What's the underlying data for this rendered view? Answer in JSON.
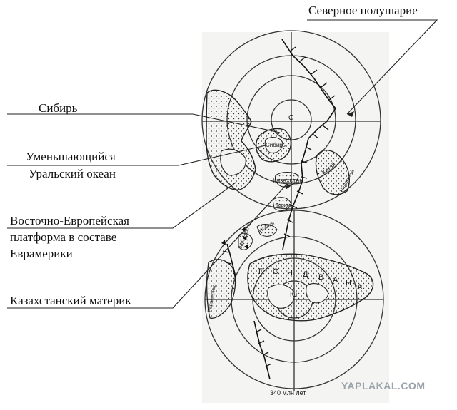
{
  "labels": {
    "northern_hemisphere": "Северное полушарие",
    "siberia": "Сибирь",
    "ural_ocean_line1": "Уменьшающийся",
    "ural_ocean_line2": "Уральский океан",
    "east_european_line1": "Восточно-Европейская",
    "east_european_line2": "платформа в составе",
    "east_european_line3": "Еврамерики",
    "kazakh_continent": "Казахстанский материк"
  },
  "map_text": {
    "pole_letter": "С",
    "kazakhstan": "Казахстан",
    "siberia_small": "Сибирь",
    "tarim": "Тарим",
    "china": "Китай",
    "indochina": "Индокитай",
    "italy": "Италия",
    "west_europe": "Зап. Европа",
    "euramerica": "Еврамерика",
    "gondwana_letters": [
      "Г",
      "О",
      "Н",
      "Д",
      "В",
      "А",
      "Н",
      "А"
    ],
    "south_pole_letter": "Ю",
    "age_caption": "340 млн лет"
  },
  "watermark": "YAPLAKAL.COM",
  "colors": {
    "ink": "#1a1a1a",
    "paper": "#f4f4f2",
    "watermark": "#9aa2ab"
  }
}
